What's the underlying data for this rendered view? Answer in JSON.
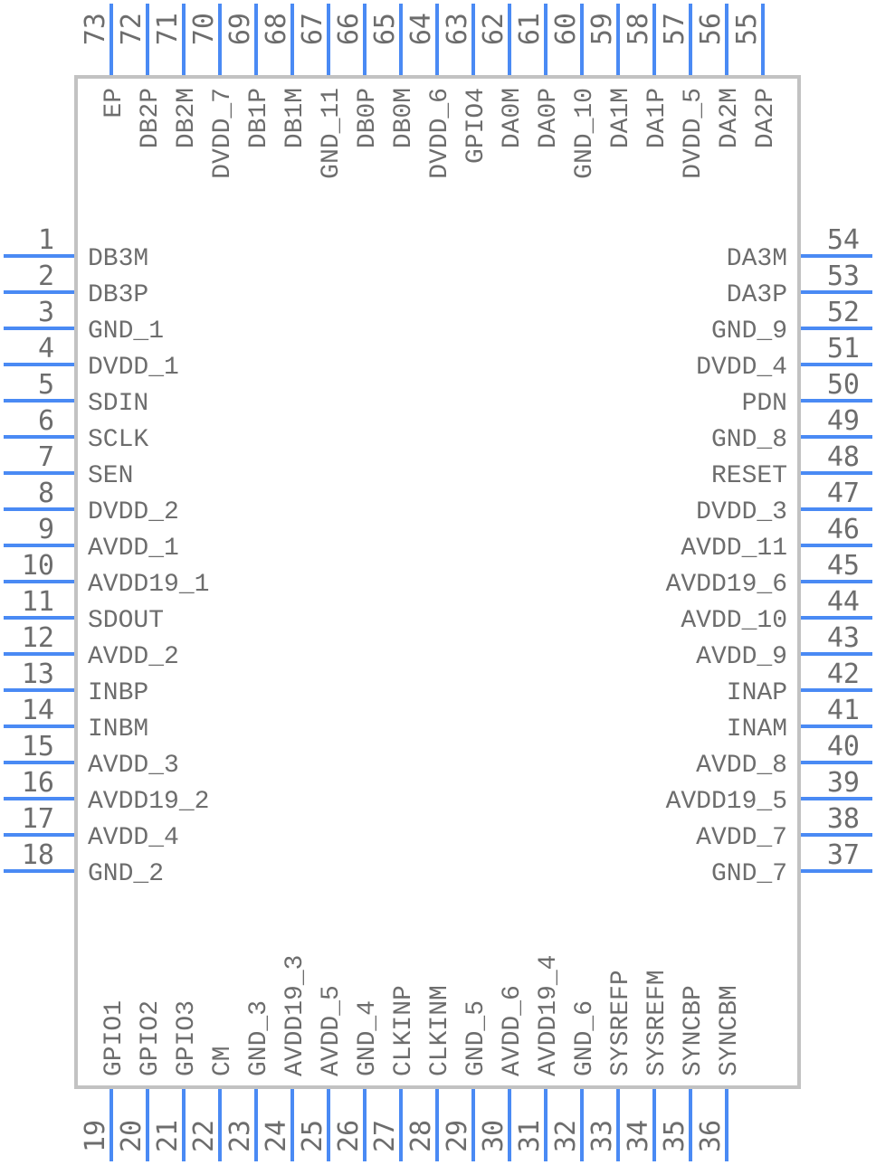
{
  "component": {
    "type": "ic-schematic-symbol",
    "colors": {
      "pin": "#4a8af4",
      "body_outline": "#c2c2c2",
      "text": "#6d6d6d",
      "background": "#ffffff"
    },
    "pins": {
      "left": [
        {
          "number": "1",
          "name": "DB3M"
        },
        {
          "number": "2",
          "name": "DB3P"
        },
        {
          "number": "3",
          "name": "GND_1"
        },
        {
          "number": "4",
          "name": "DVDD_1"
        },
        {
          "number": "5",
          "name": "SDIN"
        },
        {
          "number": "6",
          "name": "SCLK"
        },
        {
          "number": "7",
          "name": "SEN"
        },
        {
          "number": "8",
          "name": "DVDD_2"
        },
        {
          "number": "9",
          "name": "AVDD_1"
        },
        {
          "number": "10",
          "name": "AVDD19_1"
        },
        {
          "number": "11",
          "name": "SDOUT"
        },
        {
          "number": "12",
          "name": "AVDD_2"
        },
        {
          "number": "13",
          "name": "INBP"
        },
        {
          "number": "14",
          "name": "INBM"
        },
        {
          "number": "15",
          "name": "AVDD_3"
        },
        {
          "number": "16",
          "name": "AVDD19_2"
        },
        {
          "number": "17",
          "name": "AVDD_4"
        },
        {
          "number": "18",
          "name": "GND_2"
        }
      ],
      "bottom": [
        {
          "number": "19",
          "name": "GPIO1"
        },
        {
          "number": "20",
          "name": "GPIO2"
        },
        {
          "number": "21",
          "name": "GPIO3"
        },
        {
          "number": "22",
          "name": "CM"
        },
        {
          "number": "23",
          "name": "GND_3"
        },
        {
          "number": "24",
          "name": "AVDD19_3"
        },
        {
          "number": "25",
          "name": "AVDD_5"
        },
        {
          "number": "26",
          "name": "GND_4"
        },
        {
          "number": "27",
          "name": "CLKINP"
        },
        {
          "number": "28",
          "name": "CLKINM"
        },
        {
          "number": "29",
          "name": "GND_5"
        },
        {
          "number": "30",
          "name": "AVDD_6"
        },
        {
          "number": "31",
          "name": "AVDD19_4"
        },
        {
          "number": "32",
          "name": "GND_6"
        },
        {
          "number": "33",
          "name": "SYSREFP"
        },
        {
          "number": "34",
          "name": "SYSREFM"
        },
        {
          "number": "35",
          "name": "SYNCBP"
        },
        {
          "number": "36",
          "name": "SYNCBM"
        }
      ],
      "right": [
        {
          "number": "54",
          "name": "DA3M"
        },
        {
          "number": "53",
          "name": "DA3P"
        },
        {
          "number": "52",
          "name": "GND_9"
        },
        {
          "number": "51",
          "name": "DVDD_4"
        },
        {
          "number": "50",
          "name": "PDN"
        },
        {
          "number": "49",
          "name": "GND_8"
        },
        {
          "number": "48",
          "name": "RESET"
        },
        {
          "number": "47",
          "name": "DVDD_3"
        },
        {
          "number": "46",
          "name": "AVDD_11"
        },
        {
          "number": "45",
          "name": "AVDD19_6"
        },
        {
          "number": "44",
          "name": "AVDD_10"
        },
        {
          "number": "43",
          "name": "AVDD_9"
        },
        {
          "number": "42",
          "name": "INAP"
        },
        {
          "number": "41",
          "name": "INAM"
        },
        {
          "number": "40",
          "name": "AVDD_8"
        },
        {
          "number": "39",
          "name": "AVDD19_5"
        },
        {
          "number": "38",
          "name": "AVDD_7"
        },
        {
          "number": "37",
          "name": "GND_7"
        }
      ],
      "top": [
        {
          "number": "73",
          "name": "EP"
        },
        {
          "number": "72",
          "name": "DB2P"
        },
        {
          "number": "71",
          "name": "DB2M"
        },
        {
          "number": "70",
          "name": "DVDD_7"
        },
        {
          "number": "69",
          "name": "DB1P"
        },
        {
          "number": "68",
          "name": "DB1M"
        },
        {
          "number": "67",
          "name": "GND_11"
        },
        {
          "number": "66",
          "name": "DB0P"
        },
        {
          "number": "65",
          "name": "DB0M"
        },
        {
          "number": "64",
          "name": "DVDD_6"
        },
        {
          "number": "63",
          "name": "GPIO4"
        },
        {
          "number": "62",
          "name": "DA0M"
        },
        {
          "number": "61",
          "name": "DA0P"
        },
        {
          "number": "60",
          "name": "GND_10"
        },
        {
          "number": "59",
          "name": "DA1M"
        },
        {
          "number": "58",
          "name": "DA1P"
        },
        {
          "number": "57",
          "name": "DVDD_5"
        },
        {
          "number": "56",
          "name": "DA2M"
        },
        {
          "number": "55",
          "name": "DA2P"
        }
      ]
    }
  }
}
